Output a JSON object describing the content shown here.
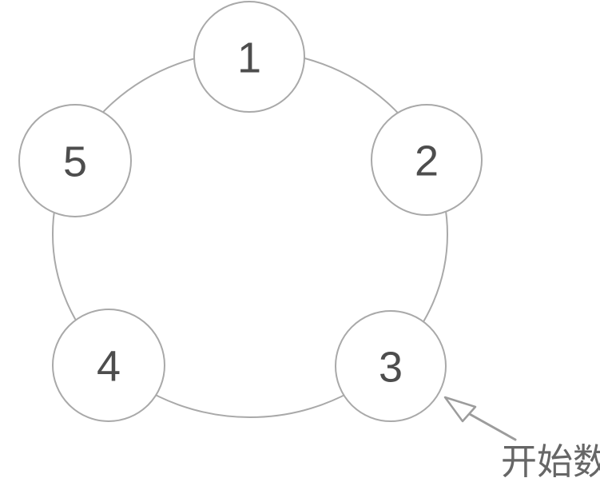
{
  "diagram": {
    "type": "circular-counting-ring",
    "description": "Five numbered circles placed on a large ring; an arrow labels circle 3 as the starting point for counting",
    "nodes": [
      {
        "label": "1",
        "position": "top"
      },
      {
        "label": "2",
        "position": "upper-right"
      },
      {
        "label": "3",
        "position": "lower-right"
      },
      {
        "label": "4",
        "position": "lower-left"
      },
      {
        "label": "5",
        "position": "upper-left"
      }
    ],
    "annotation": {
      "text": "开始数",
      "points_to_node": "3"
    },
    "colors": {
      "background": "#ffffff",
      "outline": "#a9a9a9",
      "number_text": "#4d4d4d",
      "arrow": "#9c9c9c",
      "annotation_text": "#666666"
    }
  }
}
